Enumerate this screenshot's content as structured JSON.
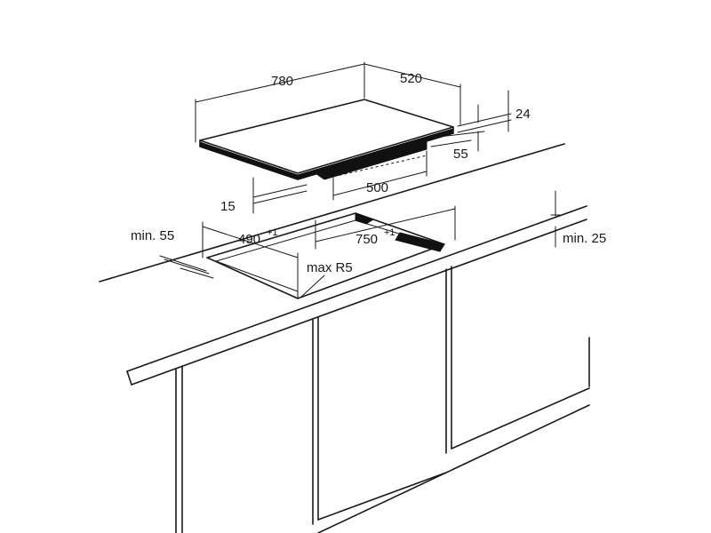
{
  "dimensions": {
    "width_top": "780",
    "depth_top": "520",
    "height": "24",
    "box_height": "55",
    "box_width": "500",
    "offset_front": "15",
    "cut_depth": "490",
    "cut_depth_tol": "+1",
    "cut_width": "750",
    "cut_width_tol": "+1",
    "min_front": "min. 55",
    "min_back": "min. 25",
    "corner_radius": "max R5"
  }
}
